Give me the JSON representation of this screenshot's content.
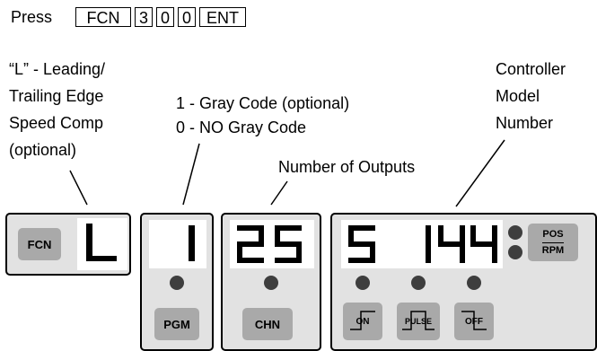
{
  "instruction": {
    "prefix": "Press",
    "keys": [
      "FCN",
      "3",
      "0",
      "0",
      "ENT"
    ]
  },
  "labels": {
    "leading_l1": "“L” - Leading/",
    "leading_l2": "Trailing Edge",
    "leading_l3": "Speed Comp",
    "leading_l4": "(optional)",
    "gray_l1": "1 - Gray Code (optional)",
    "gray_l2": "0 - NO Gray Code",
    "outputs": "Number of Outputs",
    "model_l1": "Controller",
    "model_l2": "Model",
    "model_l3": "Number"
  },
  "panels": {
    "fcn": {
      "button": "FCN",
      "display": "L"
    },
    "pgm": {
      "button": "PGM",
      "display": "1"
    },
    "chn": {
      "button": "CHN",
      "display": "25"
    },
    "main": {
      "display": "5 144",
      "pos_rpm_top": "POS",
      "pos_rpm_bottom": "RPM",
      "buttons": [
        "ON",
        "PULSE",
        "OFF"
      ]
    }
  },
  "colors": {
    "panel": "#e2e2e2",
    "button": "#a9a9a9",
    "led": "#3e3e3e"
  }
}
